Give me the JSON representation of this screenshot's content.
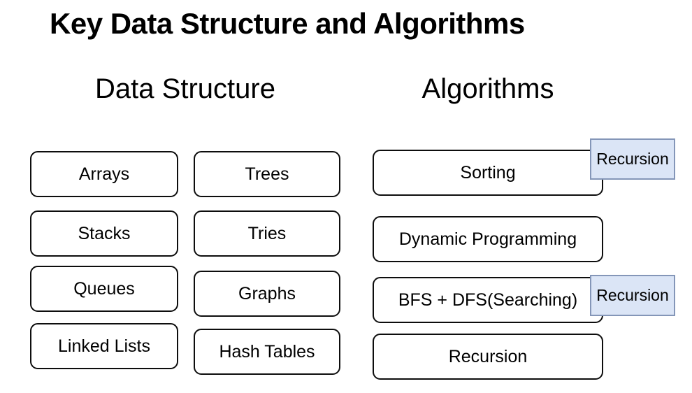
{
  "title": "Key Data Structure and Algorithms",
  "sections": {
    "data_structure": {
      "heading": "Data Structure",
      "column_a": [
        "Arrays",
        "Stacks",
        "Queues",
        "Linked Lists"
      ],
      "column_b": [
        "Trees",
        "Tries",
        "Graphs",
        "Hash Tables"
      ]
    },
    "algorithms": {
      "heading": "Algorithms",
      "items": [
        "Sorting",
        "Dynamic Programming",
        "BFS + DFS(Searching)",
        "Recursion"
      ]
    }
  },
  "annotations": {
    "tags": [
      {
        "label": "Recursion",
        "attached_to": "Sorting"
      },
      {
        "label": "Recursion",
        "attached_to": "BFS + DFS(Searching)"
      }
    ],
    "tag_fill_color": "#dbe5f6",
    "tag_border_color": "#8496b8"
  },
  "colors": {
    "background": "#ffffff",
    "box_border": "#0d0d0d",
    "text": "#000000"
  }
}
